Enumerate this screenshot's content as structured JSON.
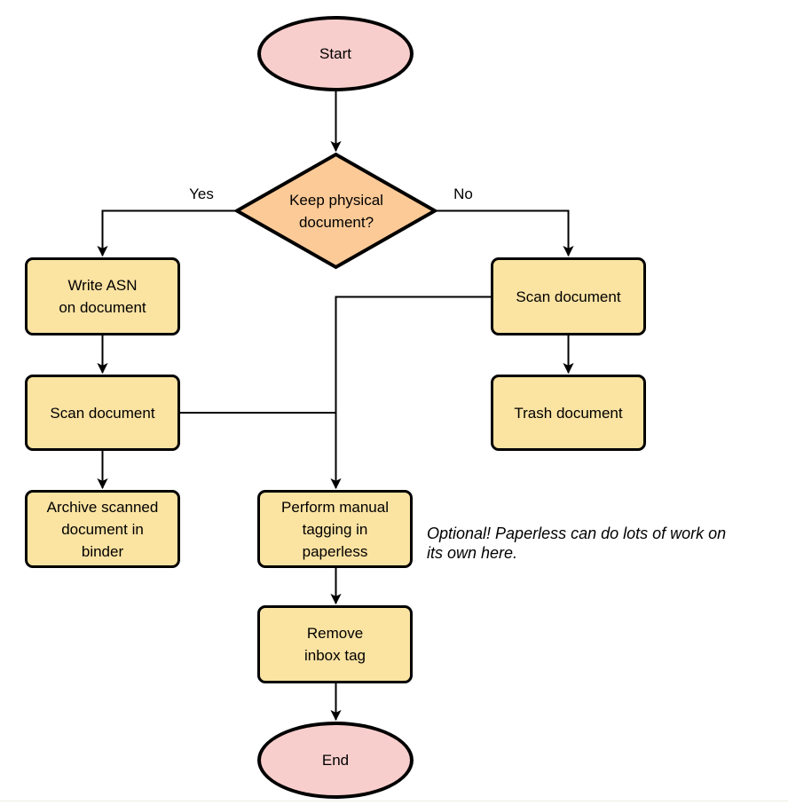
{
  "colors": {
    "terminal_fill": "#F8CECC",
    "decision_fill": "#FCCA97",
    "process_fill": "#FBE3A2",
    "stroke": "#000000",
    "background": "#FFFFFF"
  },
  "nodes": {
    "start": {
      "type": "terminal",
      "lines": [
        "Start"
      ]
    },
    "decision": {
      "type": "decision",
      "lines": [
        "Keep physical",
        "document?"
      ]
    },
    "write_asn": {
      "type": "process",
      "lines": [
        "Write ASN",
        "on document"
      ]
    },
    "scan_left": {
      "type": "process",
      "lines": [
        "Scan document"
      ]
    },
    "archive": {
      "type": "process",
      "lines": [
        "Archive scanned",
        "document in",
        "binder"
      ]
    },
    "scan_right": {
      "type": "process",
      "lines": [
        "Scan document"
      ]
    },
    "trash": {
      "type": "process",
      "lines": [
        "Trash document"
      ]
    },
    "tagging": {
      "type": "process",
      "lines": [
        "Perform manual",
        "tagging in",
        "paperless"
      ]
    },
    "remove_inbox": {
      "type": "process",
      "lines": [
        "Remove",
        "inbox tag"
      ]
    },
    "end": {
      "type": "terminal",
      "lines": [
        "End"
      ]
    }
  },
  "edge_labels": {
    "yes": "Yes",
    "no": "No"
  },
  "edges": [
    {
      "from": "start",
      "to": "decision",
      "label": ""
    },
    {
      "from": "decision",
      "to": "write_asn",
      "label": "Yes"
    },
    {
      "from": "decision",
      "to": "scan_right",
      "label": "No"
    },
    {
      "from": "write_asn",
      "to": "scan_left",
      "label": ""
    },
    {
      "from": "scan_left",
      "to": "archive",
      "label": ""
    },
    {
      "from": "scan_right",
      "to": "trash",
      "label": ""
    },
    {
      "from": "scan_right",
      "to": "tagging",
      "label": ""
    },
    {
      "from": "scan_left",
      "to": "tagging",
      "label": ""
    },
    {
      "from": "tagging",
      "to": "remove_inbox",
      "label": ""
    },
    {
      "from": "remove_inbox",
      "to": "end",
      "label": ""
    }
  ],
  "note": {
    "lines": [
      "Optional! Paperless can do lots of work on",
      "its own here."
    ]
  }
}
